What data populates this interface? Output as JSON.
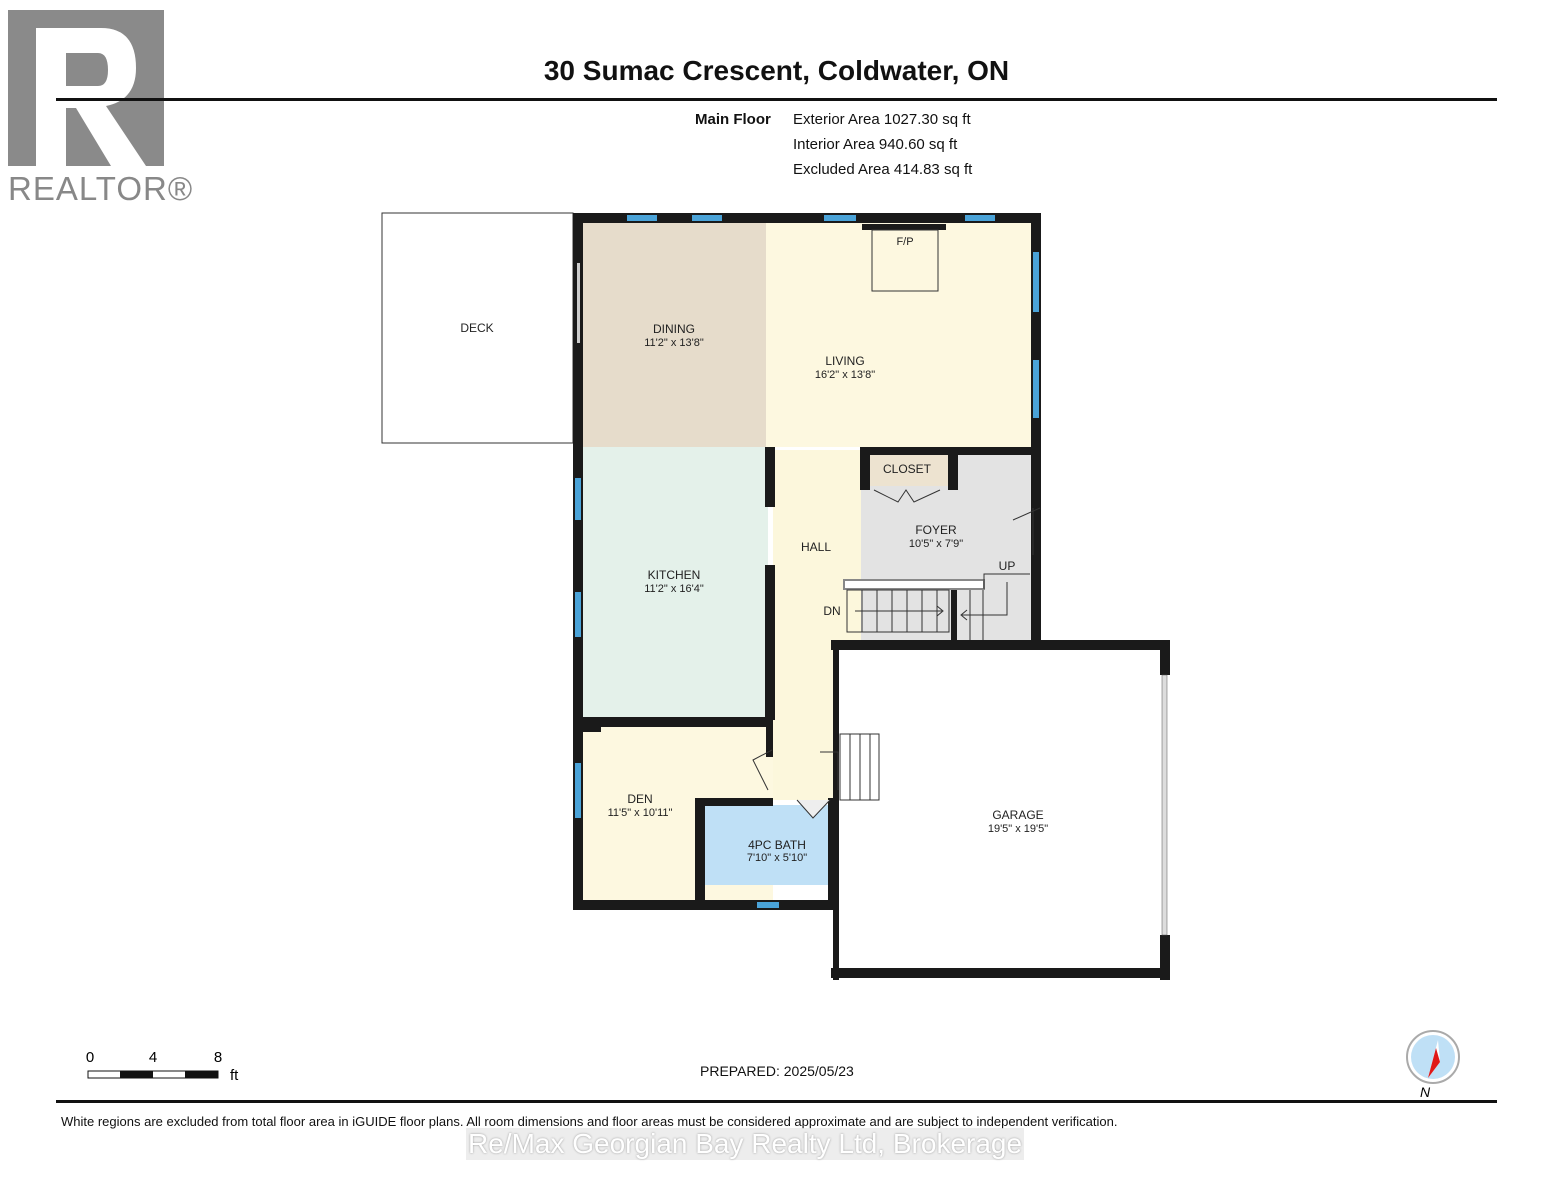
{
  "header": {
    "title": "30 Sumac Crescent, Coldwater, ON"
  },
  "logo": {
    "text": "REALTOR®"
  },
  "summary": {
    "floor": "Main Floor",
    "exterior": "Exterior Area 1027.30 sq ft",
    "interior": "Interior Area 940.60 sq ft",
    "excluded": "Excluded Area 414.83 sq ft"
  },
  "rooms": {
    "deck": {
      "name": "DECK"
    },
    "dining": {
      "name": "DINING",
      "dims": "11'2\" x 13'8\""
    },
    "living": {
      "name": "LIVING",
      "dims": "16'2\" x 13'8\""
    },
    "fireplace": {
      "name": "F/P"
    },
    "kitchen": {
      "name": "KITCHEN",
      "dims": "11'2\" x 16'4\""
    },
    "hall": {
      "name": "HALL"
    },
    "closet": {
      "name": "CLOSET"
    },
    "foyer": {
      "name": "FOYER",
      "dims": "10'5\" x 7'9\""
    },
    "stairs_up": {
      "name": "UP"
    },
    "stairs_down": {
      "name": "DN"
    },
    "den": {
      "name": "DEN",
      "dims": "11'5\" x 10'11\""
    },
    "bath": {
      "name": "4PC BATH",
      "dims": "7'10\" x 5'10\""
    },
    "garage": {
      "name": "GARAGE",
      "dims": "19'5\" x 19'5\""
    }
  },
  "colors": {
    "wall": "#1a1a1a",
    "window": "#4aa3d8",
    "dining": "#e6dccb",
    "living": "#fdf8e0",
    "kitchen": "#e4f1ea",
    "hall": "#fcf7dc",
    "foyer": "#e3e3e3",
    "closet": "#ede3d0",
    "den": "#fdf8e0",
    "bath": "#bfe0f6"
  },
  "scale": {
    "ticks": [
      "0",
      "4",
      "8"
    ],
    "unit": "ft"
  },
  "compass": {
    "label": "N",
    "icon": "compass-icon"
  },
  "footer": {
    "prepared": "PREPARED: 2025/05/23",
    "disclaimer": "White regions are excluded from total floor area in iGUIDE floor plans. All room dimensions and floor areas must be considered approximate and are subject to independent verification.",
    "watermark": "Re/Max Georgian Bay Realty Ltd, Brokerage"
  }
}
